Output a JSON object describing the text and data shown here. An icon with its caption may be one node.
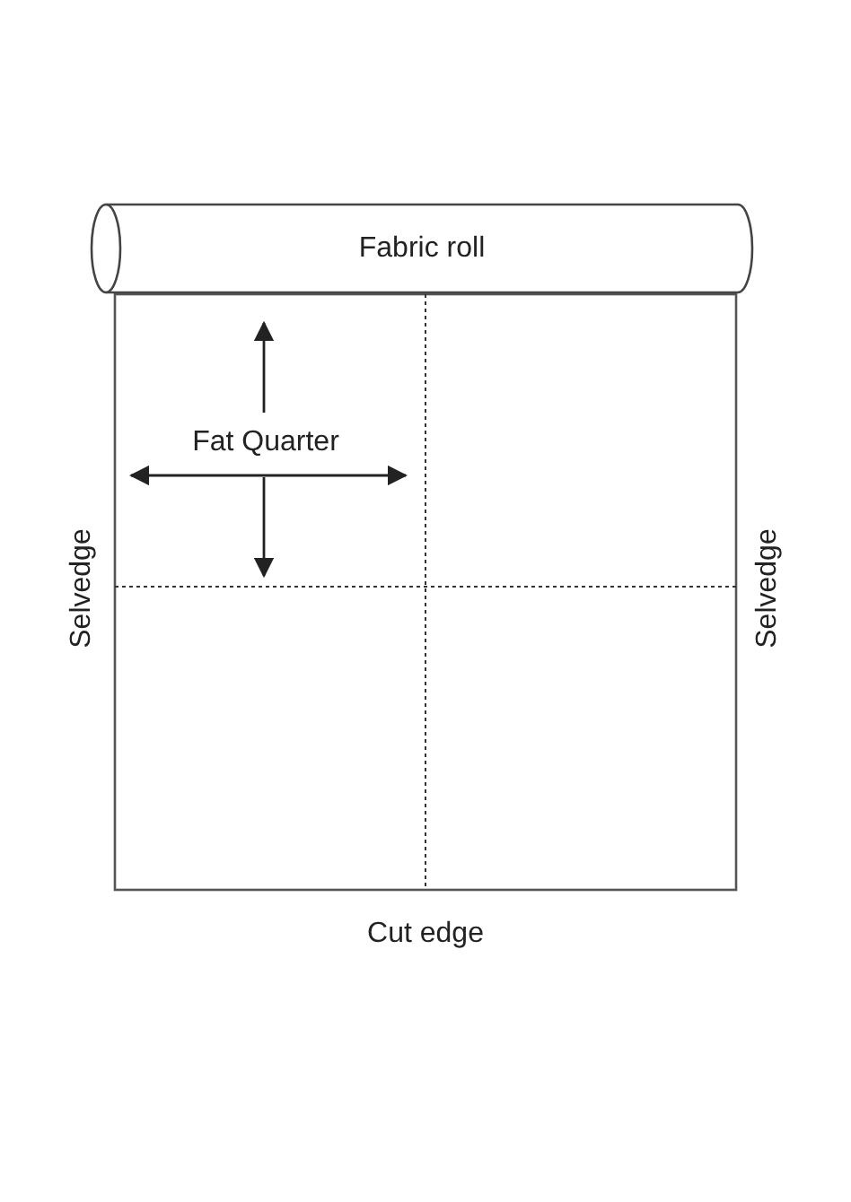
{
  "diagram": {
    "nodes": [
      {
        "text": [
          "Fabric roll"
        ]
      }
    ],
    "labels": [
      "Fat Quarter",
      "Selvedge",
      "Selvedge",
      "Cut edge"
    ]
  }
}
